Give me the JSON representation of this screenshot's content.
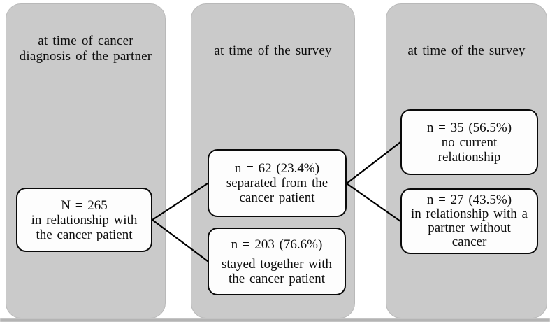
{
  "figure": {
    "type": "flow-diagram",
    "description_visible": false
  },
  "colors": {
    "panel_bg": "#cacaca",
    "panel_edge": "#b9b9b9",
    "node_bg": "#fdfdfd",
    "node_border": "#0a0a0a",
    "connector": "#000000",
    "text": "#0d0d0d",
    "page_bg": "#ffffff"
  },
  "panels": [
    {
      "id": "diagnosis",
      "header_lines": [
        "at time of cancer",
        "diagnosis of the partner"
      ]
    },
    {
      "id": "survey-mid",
      "header_lines": [
        "at time of the survey"
      ]
    },
    {
      "id": "survey-right",
      "header_lines": [
        "at time of the survey"
      ]
    }
  ],
  "nodes": {
    "n265": {
      "lines": [
        "N = 265",
        "in relationship with",
        "the cancer patient"
      ]
    },
    "n62": {
      "lines": [
        "n = 62 (23.4%)",
        "separated from the",
        "cancer patient"
      ]
    },
    "n203": {
      "lines": [
        "n = 203 (76.6%)",
        "stayed together with",
        "the cancer patient"
      ]
    },
    "n35": {
      "lines": [
        "n = 35 (56.5%)",
        "no current",
        "relationship"
      ]
    },
    "n27": {
      "lines": [
        "n = 27 (43.5%)",
        "in relationship with a",
        "partner without",
        "cancer"
      ]
    }
  },
  "edges": [
    [
      "n265",
      "n62"
    ],
    [
      "n265",
      "n203"
    ],
    [
      "n62",
      "n35"
    ],
    [
      "n62",
      "n27"
    ]
  ]
}
